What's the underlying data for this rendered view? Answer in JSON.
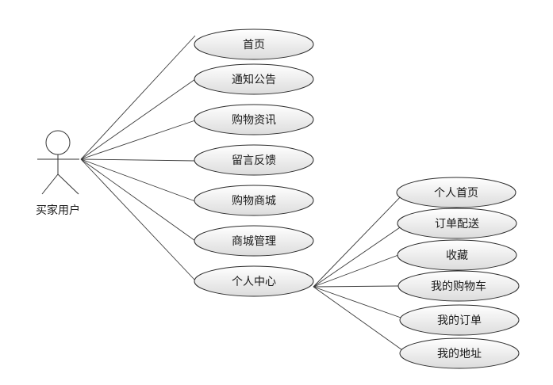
{
  "diagram": {
    "actor": {
      "label": "买家用户",
      "icon": "stick-figure-actor-icon"
    },
    "main_use_cases": [
      {
        "id": "home",
        "label": "首页"
      },
      {
        "id": "notice",
        "label": "通知公告"
      },
      {
        "id": "shopping-info",
        "label": "购物资讯"
      },
      {
        "id": "feedback",
        "label": "留言反馈"
      },
      {
        "id": "shopping-mall",
        "label": "购物商城"
      },
      {
        "id": "mall-management",
        "label": "商城管理"
      },
      {
        "id": "personal-center",
        "label": "个人中心"
      }
    ],
    "sub_use_cases": [
      {
        "id": "personal-home",
        "label": "个人首页"
      },
      {
        "id": "order-delivery",
        "label": "订单配送"
      },
      {
        "id": "favorites",
        "label": "收藏"
      },
      {
        "id": "my-cart",
        "label": "我的购物车"
      },
      {
        "id": "my-orders",
        "label": "我的订单"
      },
      {
        "id": "my-address",
        "label": "我的地址"
      }
    ],
    "colors": {
      "ellipse_fill_top": "#ffffff",
      "ellipse_fill_bottom": "#dcdcdc",
      "stroke": "#2b2b2b"
    }
  }
}
